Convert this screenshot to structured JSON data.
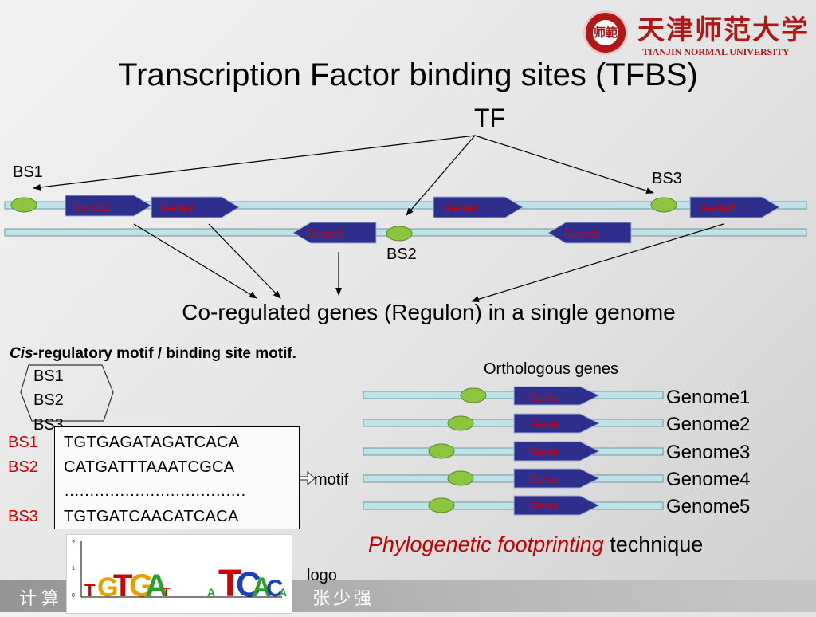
{
  "slide": {
    "title": "Transcription Factor binding sites (TFBS)",
    "tf_label": "TF",
    "bs1_label": "BS1",
    "bs2_label": "BS2",
    "bs3_label": "BS3",
    "genes": {
      "gene1": "Gene1",
      "gene2": "Gene2",
      "gene3": "Gene3",
      "gene4": "Gene4",
      "gene5": "Gene5",
      "gene6": "Gene6"
    },
    "regulon_text": "Co-regulated genes (Regulon) in a single genome",
    "cis_italic": "Cis",
    "cis_rest": "-regulatory motif / binding site motif.",
    "bs_list": [
      "BS1",
      "BS2",
      "BS3"
    ],
    "seq_labels": [
      "BS1",
      "BS2",
      "BS3"
    ],
    "sequences": [
      "TGTGAGATAGATCACA",
      "CATGATTTAAATCGCA",
      "………………………………",
      "TGTGATCAACATCACA"
    ],
    "motif_label": "motif",
    "logo_label": "logo",
    "orthologous_label": "Orthologous genes",
    "ortho_gene_label": "Gene",
    "genomes": [
      "Genome1",
      "Genome2",
      "Genome3",
      "Genome4",
      "Genome5"
    ],
    "phylo_italic": "Phylogenetic footprinting",
    "phylo_rest": " technique"
  },
  "branding": {
    "university_cn": "天津师范大学",
    "university_en": "TIANJIN NORMAL UNIVERSITY",
    "seal_text": "师範",
    "footer_left": "计算",
    "footer_right": "张少强"
  },
  "colors": {
    "gene_fill": "#2e2e8c",
    "gene_label": "#cc0000",
    "binding_site": "#8cc63f",
    "dna_strand": "#bfe3e6",
    "accent_red": "#b01818"
  },
  "icons": {
    "gene_arrow": "gene-arrow-icon",
    "binding_site": "binding-site-icon",
    "seal": "university-seal-icon"
  }
}
